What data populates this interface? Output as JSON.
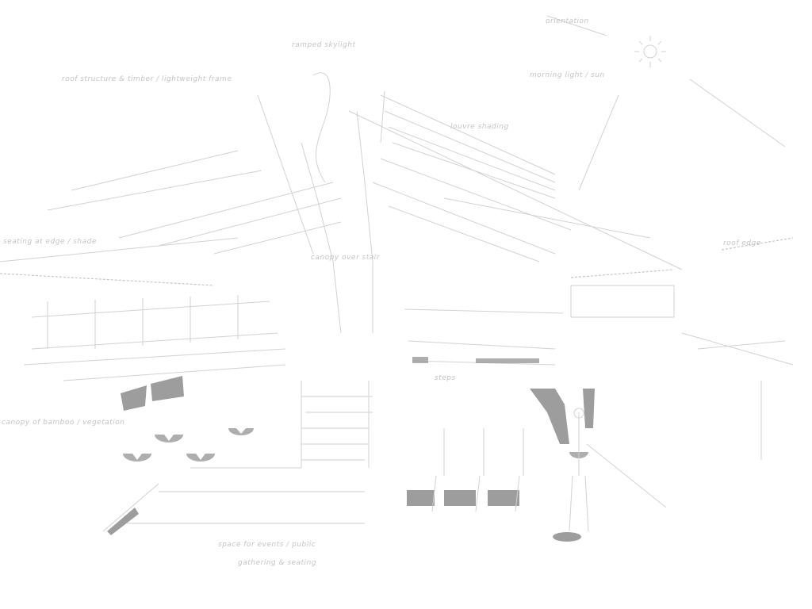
{
  "drawing": {
    "title": "Covered hall perspective sketch",
    "style": "faded pencil line drawing with grey tone fills",
    "colors": {
      "line": "#d2d2d2",
      "tone": "#8c8c8c",
      "background": "#ffffff"
    }
  },
  "annotations": [
    {
      "id": "top-center",
      "text": "ramped skylight"
    },
    {
      "id": "top-left",
      "text": "roof structure & timber / lightweight frame"
    },
    {
      "id": "top-right-a",
      "text": "orientation"
    },
    {
      "id": "top-right-b",
      "text": "morning light / sun"
    },
    {
      "id": "upper-mid-right",
      "text": "louvre shading"
    },
    {
      "id": "left-mid",
      "text": "seating at edge / shade"
    },
    {
      "id": "center-mid",
      "text": "canopy over stair"
    },
    {
      "id": "left-lower",
      "text": "canopy of bamboo / vegetation"
    },
    {
      "id": "center-lower",
      "text": "steps"
    },
    {
      "id": "bottom-center-1",
      "text": "space for events / public"
    },
    {
      "id": "bottom-center-2",
      "text": "gathering & seating"
    },
    {
      "id": "right",
      "text": "roof edge"
    }
  ]
}
